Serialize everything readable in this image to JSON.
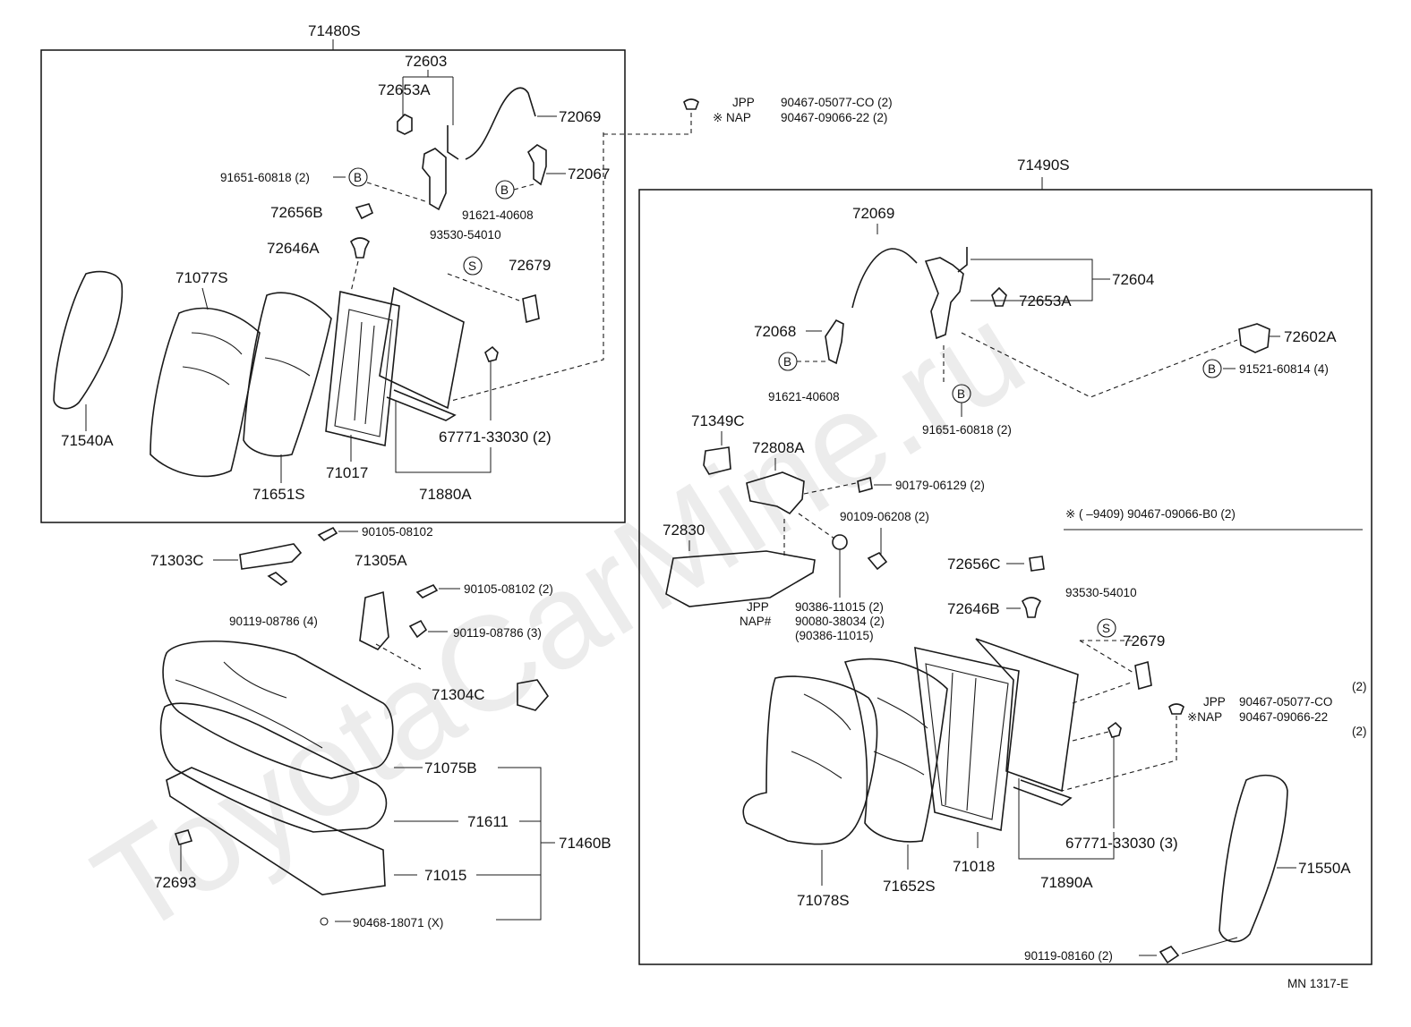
{
  "watermark": "ToyotaCarMine.ru",
  "footer_code": "MN  1317-E",
  "note": "※ (        –9409) 90467-09066-B0 (2)",
  "callouts": {
    "letter_b": "B",
    "letter_s": "S"
  },
  "left_assembly": {
    "title": "71480S",
    "p72603": "72603",
    "p72653A": "72653A",
    "p72069": "72069",
    "p72067": "72067",
    "p91651": "91651-60818 (2)",
    "p91621": "91621-40608",
    "p72656B": "72656B",
    "p93530": "93530-54010",
    "p72646A": "72646A",
    "p72679": "72679",
    "p71077S": "71077S",
    "p71540A": "71540A",
    "p71651S": "71651S",
    "p71017": "71017",
    "p71880A": "71880A",
    "p67771": "67771-33030 (2)"
  },
  "clip_top": {
    "jpp_label": "JPP",
    "nap_label": "※ NAP",
    "jpp_part": "90467-05077-CO (2)",
    "nap_part": "90467-09066-22 (2)"
  },
  "cushion": {
    "p71303C": "71303C",
    "p90105_a": "90105-08102",
    "p90119_a": "90119-08786 (4)",
    "p71305A": "71305A",
    "p90105_b": "90105-08102 (2)",
    "p90119_b": "90119-08786 (3)",
    "p71304C": "71304C",
    "p71075B": "71075B",
    "p71611": "71611",
    "p71460B": "71460B",
    "p71015": "71015",
    "p72693": "72693",
    "p90468": "90468-18071 (X)"
  },
  "right_assembly": {
    "title": "71490S",
    "p72069": "72069",
    "p72604": "72604",
    "p72653A": "72653A",
    "p72068": "72068",
    "p72602A": "72602A",
    "p91521": "91521-60814 (4)",
    "p91621": "91621-40608",
    "p91651": "91651-60818 (2)",
    "p71349C": "71349C",
    "p72808A": "72808A",
    "p90179": "90179-06129 (2)",
    "p90109": "90109-06208 (2)",
    "p72830": "72830",
    "p72656C": "72656C",
    "p72646B": "72646B",
    "p93530": "93530-54010",
    "p72679": "72679",
    "jpp": "JPP",
    "napx": "NAP#",
    "p90386": "90386-11015 (2)",
    "p90080": "90080-38034 (2)",
    "p90386b": "(90386-11015)",
    "clip_jpp_label": "JPP",
    "clip_nap_label": "※NAP",
    "clip_jpp_part": "90467-05077-CO",
    "clip_nap_part": "90467-09066-22",
    "qty_top": "(2)",
    "qty_bottom": "(2)",
    "p71078S": "71078S",
    "p71652S": "71652S",
    "p71018": "71018",
    "p71890A": "71890A",
    "p67771": "67771-33030 (3)",
    "p71550A": "71550A",
    "p90119": "90119-08160 (2)"
  }
}
